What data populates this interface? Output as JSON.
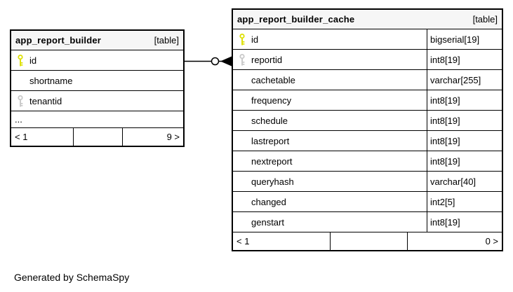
{
  "diagram": {
    "credit": "Generated by SchemaSpy"
  },
  "colors": {
    "primary_key_icon": "#dde000",
    "foreign_key_icon": "#c9c9c9",
    "header_bg": "#f6f6f6",
    "border": "#000000",
    "background": "#ffffff"
  },
  "relationship": {
    "from_table": "app_report_builder",
    "from_column": "id",
    "to_table": "app_report_builder_cache",
    "to_column": "reportid"
  },
  "tables": [
    {
      "name": "app_report_builder",
      "badge": "[table]",
      "columns": [
        {
          "name": "id",
          "key": "primary"
        },
        {
          "name": "shortname",
          "key": ""
        },
        {
          "name": "tenantid",
          "key": "foreign"
        },
        {
          "name": "...",
          "key": ""
        }
      ],
      "pager": {
        "prev": "< 1",
        "mid": "",
        "next": "9 >"
      }
    },
    {
      "name": "app_report_builder_cache",
      "badge": "[table]",
      "columns": [
        {
          "name": "id",
          "type": "bigserial[19]",
          "key": "primary"
        },
        {
          "name": "reportid",
          "type": "int8[19]",
          "key": "foreign"
        },
        {
          "name": "cachetable",
          "type": "varchar[255]",
          "key": ""
        },
        {
          "name": "frequency",
          "type": "int8[19]",
          "key": ""
        },
        {
          "name": "schedule",
          "type": "int8[19]",
          "key": ""
        },
        {
          "name": "lastreport",
          "type": "int8[19]",
          "key": ""
        },
        {
          "name": "nextreport",
          "type": "int8[19]",
          "key": ""
        },
        {
          "name": "queryhash",
          "type": "varchar[40]",
          "key": ""
        },
        {
          "name": "changed",
          "type": "int2[5]",
          "key": ""
        },
        {
          "name": "genstart",
          "type": "int8[19]",
          "key": ""
        }
      ],
      "pager": {
        "prev": "< 1",
        "mid": "",
        "next": "0 >"
      }
    }
  ]
}
